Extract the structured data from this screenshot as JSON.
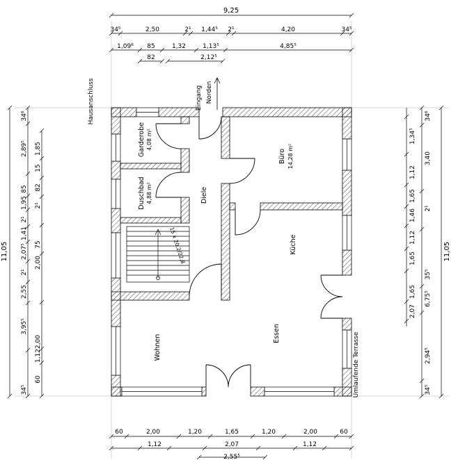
{
  "meta": {
    "ink": "#000000",
    "background": "#ffffff"
  },
  "plan": {
    "rooms": {
      "garderobe": {
        "name": "Garderobe",
        "area": "4,08 m²"
      },
      "duschbad": {
        "name": "Duschbad",
        "area": "4,88 m²"
      },
      "diele": {
        "name": "Diele"
      },
      "buero": {
        "name": "Büro",
        "area": "14,28 m²"
      },
      "kueche": {
        "name": "Küche"
      },
      "essen": {
        "name": "Essen"
      },
      "wohnen": {
        "name": "Wohnen"
      }
    },
    "annotations": {
      "north": "Norden",
      "entrance": "Eingang",
      "house_connection": "Hausanschluss",
      "terrace": "Umlaufende Terrasse",
      "stairs_note": "15 x 20,2/22,8"
    }
  },
  "dims": {
    "top": {
      "total": "9,25",
      "row2": [
        "34⁵",
        "2,50",
        "2¹",
        "1,44⁵",
        "2¹",
        "4,20",
        "34⁵"
      ],
      "row3": [
        "1,09⁶",
        "85",
        "1,32",
        "1,13⁵",
        "4,85⁵"
      ],
      "row4": [
        "82",
        "2,12⁵"
      ]
    },
    "bottom": {
      "row1": [
        "60",
        "2,00",
        "1,20",
        "1,65",
        "1,20",
        "2,00",
        "60"
      ],
      "row2": [
        "1,12",
        "2,07",
        "1,12"
      ],
      "row3": [
        "2,55⁵"
      ]
    },
    "left": {
      "total": "11,05",
      "outer": [
        "34⁶",
        "2,89⁵",
        "85",
        "1,95",
        "2¹",
        "1,41",
        "2,07⁵",
        "2¹",
        "2,55",
        "3,95⁵",
        "34⁵"
      ],
      "inner": [
        "1,85",
        "15",
        "82",
        "2¹",
        "75",
        "2,00",
        "2,00",
        "1,12",
        "60"
      ]
    },
    "right": {
      "total": "11,05",
      "outer": [
        "34⁶",
        "3,40",
        "2¹",
        "35⁵",
        "6,75⁵",
        "2,94⁵",
        "34⁵"
      ],
      "inner": [
        "1,34⁵",
        "1,12",
        "1,65",
        "1,46",
        "1,12",
        "1,65",
        "1,65",
        "2,07"
      ]
    }
  }
}
